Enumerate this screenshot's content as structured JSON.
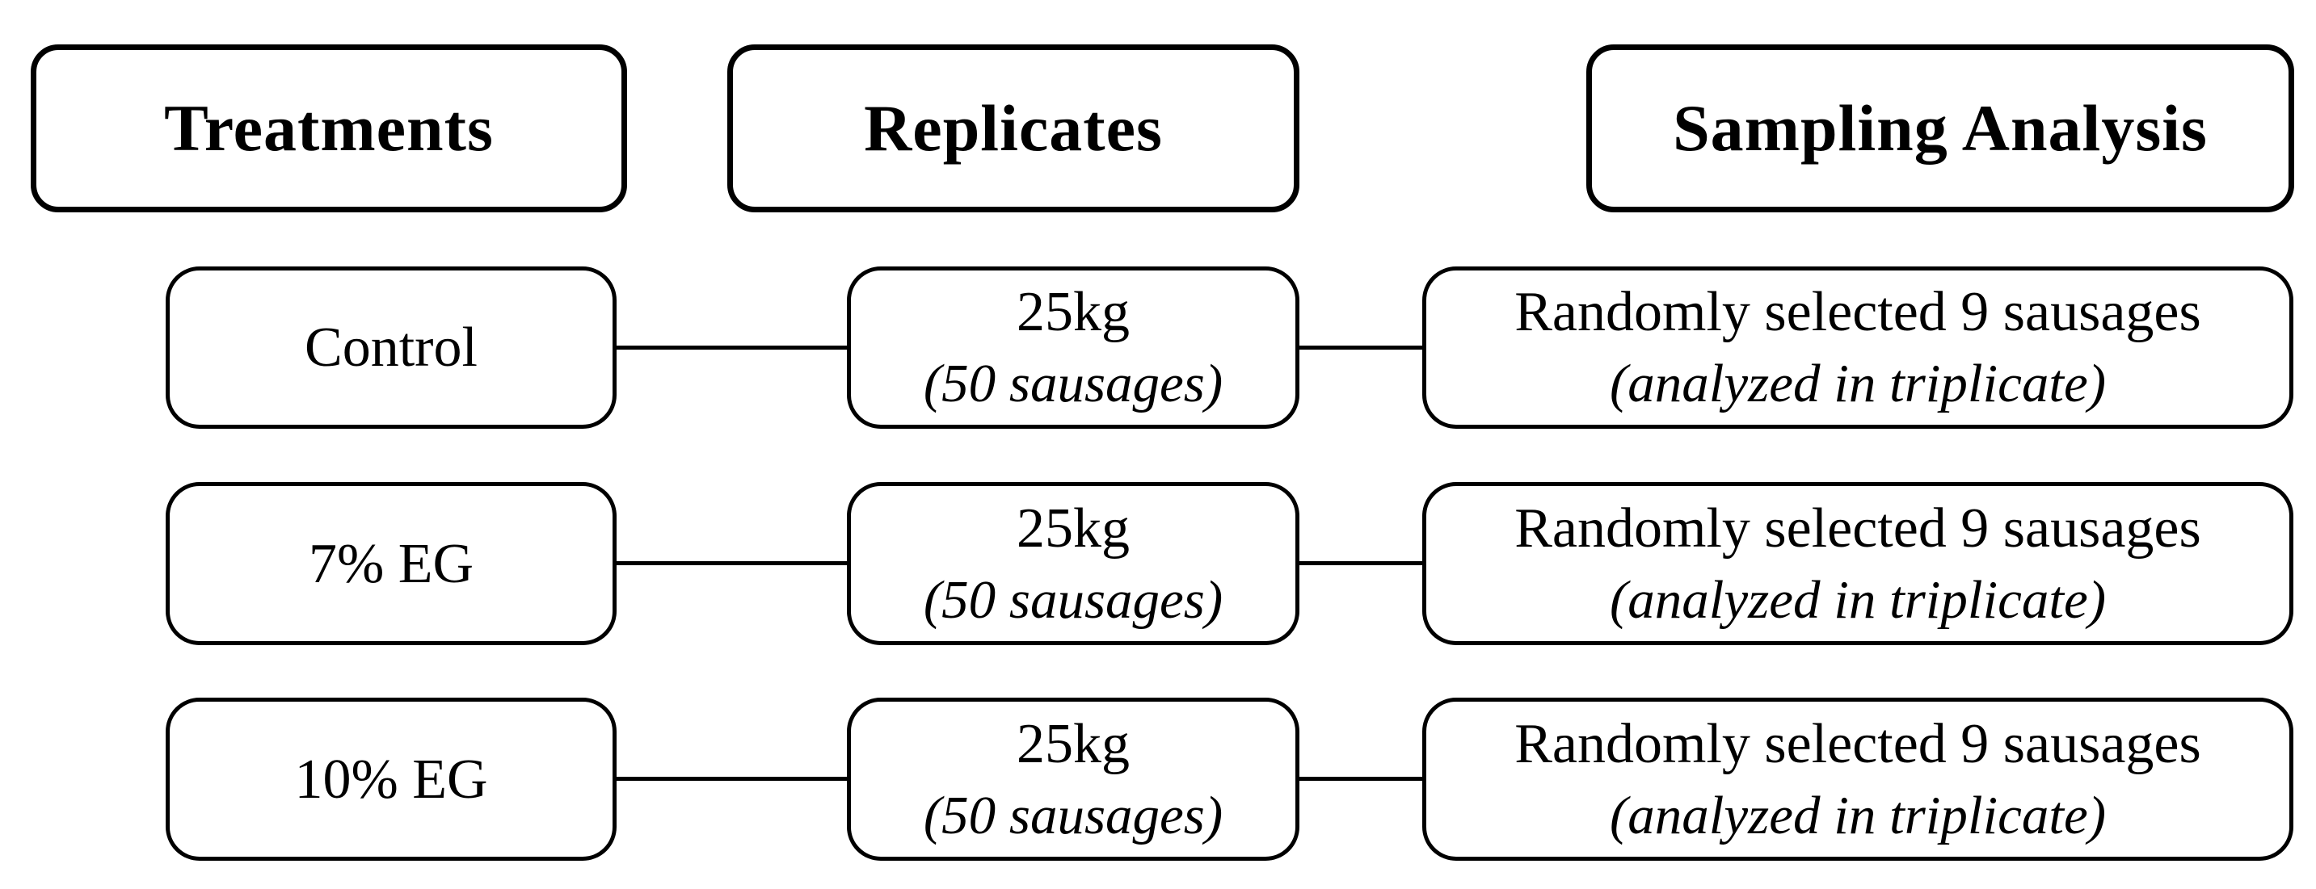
{
  "figure": {
    "headers": [
      {
        "label": "Treatments"
      },
      {
        "label": "Replicates"
      },
      {
        "label": "Sampling Analysis"
      }
    ],
    "rows": [
      {
        "treatment": "Control",
        "replicate_amount": "25kg",
        "replicate_detail": "(50 sausages)",
        "sampling_main": "Randomly selected 9 sausages",
        "sampling_detail": "(analyzed in triplicate)"
      },
      {
        "treatment": "7% EG",
        "replicate_amount": "25kg",
        "replicate_detail": "(50 sausages)",
        "sampling_main": "Randomly selected 9 sausages",
        "sampling_detail": "(analyzed in triplicate)"
      },
      {
        "treatment": "10% EG",
        "replicate_amount": "25kg",
        "replicate_detail": "(50 sausages)",
        "sampling_main": "Randomly selected 9 sausages",
        "sampling_detail": "(analyzed in triplicate)"
      }
    ],
    "colors": {
      "border": "#000000",
      "text": "#000000",
      "background": "#ffffff"
    }
  }
}
